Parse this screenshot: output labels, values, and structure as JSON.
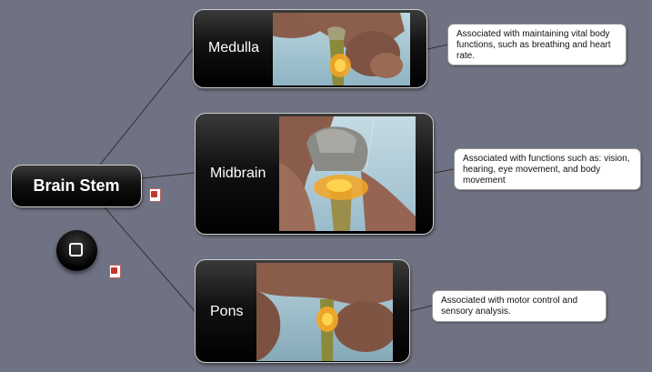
{
  "root": {
    "label": "Brain Stem"
  },
  "topics": [
    {
      "id": "medulla",
      "label": "Medulla",
      "note": "Associated with maintaining vital body functions, such as breathing and heart rate."
    },
    {
      "id": "midbrain",
      "label": "Midbrain",
      "note": "Associated with functions such as: vision, hearing, eye movement, and body movement"
    },
    {
      "id": "pons",
      "label": "Pons",
      "note": "Associated with motor control and sensory analysis."
    }
  ],
  "colors": {
    "background": "#6f7282",
    "node_fill": "#000000",
    "connector": "#3a3a3a",
    "highlight_region": "#f5a623"
  },
  "icons": [
    "file-attachment-icon",
    "file-attachment-icon",
    "square-icon"
  ]
}
